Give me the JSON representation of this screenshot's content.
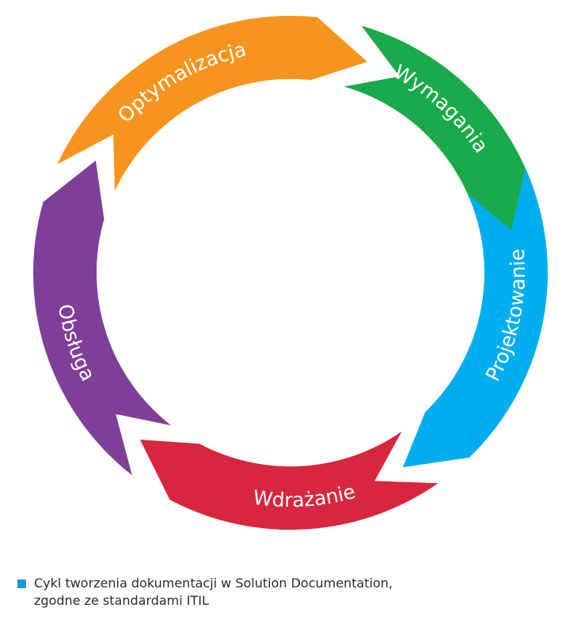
{
  "diagram": {
    "type": "cycle",
    "segments": [
      {
        "id": "optymalizacja",
        "label": "Optymalizacja",
        "color": "#f7941d"
      },
      {
        "id": "wymagania",
        "label": "Wymagania",
        "color": "#1aaa4b"
      },
      {
        "id": "projektowanie",
        "label": "Projektowanie",
        "color": "#00aeef"
      },
      {
        "id": "wdrazanie",
        "label": "Wdrażanie",
        "color": "#d7263d"
      },
      {
        "id": "obsluga",
        "label": "Obsługa",
        "color": "#7f3f98"
      }
    ]
  },
  "caption": {
    "line1": "Cykl tworzenia dokumentacji w Solution Documentation,",
    "line2": "zgodne ze standardami ITIL",
    "bullet_color": "#1a9ad6"
  }
}
